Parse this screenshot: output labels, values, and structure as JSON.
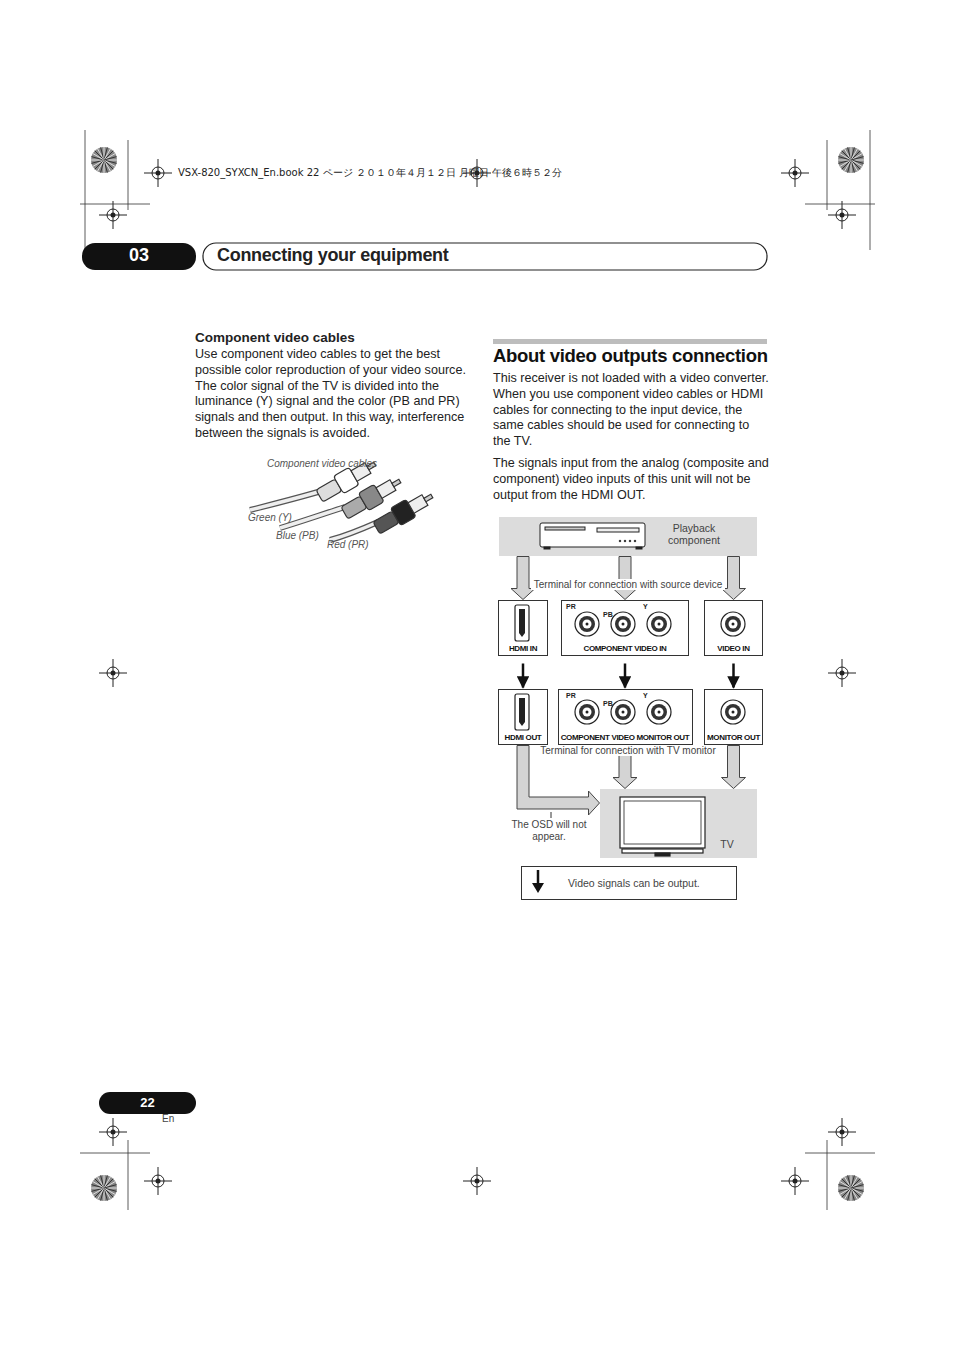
{
  "diagram": {
    "title": "About video outputs connection",
    "nodes": [
      {
        "text": [
          "Playback component"
        ]
      },
      {
        "text": [
          "HDMI IN"
        ]
      },
      {
        "text": [
          "COMPONENT VIDEO IN"
        ]
      },
      {
        "text": [
          "VIDEO IN"
        ]
      },
      {
        "text": [
          "HDMI OUT"
        ]
      },
      {
        "text": [
          "COMPONENT VIDEO MONITOR OUT"
        ]
      },
      {
        "text": [
          "MONITOR OUT"
        ]
      },
      {
        "text": [
          "TV"
        ]
      }
    ],
    "edges": [
      {
        "from": 0,
        "to": 1,
        "arrow": "to"
      },
      {
        "from": 0,
        "to": 2,
        "arrow": "to"
      },
      {
        "from": 0,
        "to": 3,
        "arrow": "to"
      },
      {
        "from": 1,
        "to": 4,
        "arrow": "to"
      },
      {
        "from": 2,
        "to": 5,
        "arrow": "to"
      },
      {
        "from": 3,
        "to": 6,
        "arrow": "to"
      },
      {
        "from": 4,
        "to": 7,
        "arrow": "to"
      },
      {
        "from": 5,
        "to": 7,
        "arrow": "to"
      },
      {
        "from": 6,
        "to": 7,
        "arrow": "to"
      }
    ],
    "labels": [
      "VSX-820_SYXCN_En.book 22 ページ ２０１０年４月１２日 月曜日 午後６時５２分",
      "03",
      "Connecting your equipment",
      "Component video cables",
      "Use component video cables to get the best possible color reproduction of your video source. The color signal of the TV is divided into the luminance (Y) signal and the color (PB and PR) signals and then output. In this way, interference between the signals is avoided.",
      "Component video cables",
      "Green (Y)",
      "Blue (PB)",
      "Red (PR)",
      "This receiver is not loaded with a video converter. When you use component video cables or HDMI cables for connecting to the input device, the same cables should be used for connecting to the TV.",
      "The signals input from the analog (composite and component) video inputs of this unit will not be output from the HDMI OUT.",
      "Terminal for connection with source device",
      "PR",
      "PB",
      "Y",
      "PR",
      "PB",
      "Y",
      "Terminal for connection with TV monitor",
      "The OSD will not appear.",
      "22",
      "En"
    ],
    "legend": [
      {
        "text": "Video signals can be output."
      }
    ]
  }
}
